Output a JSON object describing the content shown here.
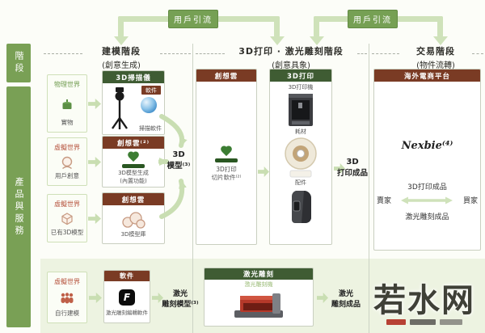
{
  "top": {
    "badge1": "用戶引流",
    "badge2": "用戶引流"
  },
  "rail": {
    "stage": "階段",
    "products": "產品與服務"
  },
  "stages": {
    "modeling": {
      "title": "建模階段",
      "sub": "(創意生成)"
    },
    "printing": {
      "title": "3D打印 · 激光雕刻階段",
      "sub": "(創意具象)"
    },
    "trading": {
      "title": "交易階段",
      "sub": "(物件流轉)"
    }
  },
  "modeling": {
    "row1": {
      "world": "物理世界",
      "item": "實物",
      "box_header": "3D掃描儀",
      "badge": "軟件",
      "caption": "掃描軟件"
    },
    "row2": {
      "world": "虛擬世界",
      "item": "用戶創意",
      "box_header": "創想雲⁽²⁾",
      "caption_line1": "3D模型生成",
      "caption_line2": "(內置功能)"
    },
    "row3": {
      "world": "虛擬世界",
      "item": "已有3D模型",
      "box_header": "創想雲",
      "caption": "3D模型庫"
    },
    "output_line1": "3D",
    "output_line2": "模型⁽³⁾"
  },
  "printing": {
    "cloud_box": {
      "header": "創想雲",
      "caption_line1": "3D打印",
      "caption_line2": "切片軟件⁽²⁾"
    },
    "printer_box": {
      "header": "3D打印",
      "item1": "3D打印機",
      "item2": "耗材",
      "item3": "配件"
    },
    "output_line1": "3D",
    "output_line2": "打印成品"
  },
  "laser": {
    "input": {
      "world": "虛擬世界",
      "item": "自行建模"
    },
    "software_box": {
      "header": "軟件",
      "caption": "激光雕刻編輯軟件"
    },
    "model_line1": "激光",
    "model_line2": "雕刻模型⁽³⁾",
    "machine_box": {
      "header": "激光雕刻",
      "caption": "激光雕刻機"
    },
    "output_line1": "激光",
    "output_line2": "雕刻成品"
  },
  "trading": {
    "header": "海外電商平台",
    "platform": "Nexbie⁽⁴⁾",
    "top_goods": "3D打印成品",
    "seller": "賣家",
    "buyer": "買家",
    "bottom_goods": "激光雕刻成品"
  },
  "watermark": "若水网",
  "colors": {
    "green": "#79a055",
    "dark_green": "#3f5c33",
    "brown": "#7a3b24",
    "pipe_green": "#cfe2ba",
    "arrow_green": "#c9deb2",
    "world_red": "#b5503a",
    "world_green": "#6f9b4e"
  }
}
